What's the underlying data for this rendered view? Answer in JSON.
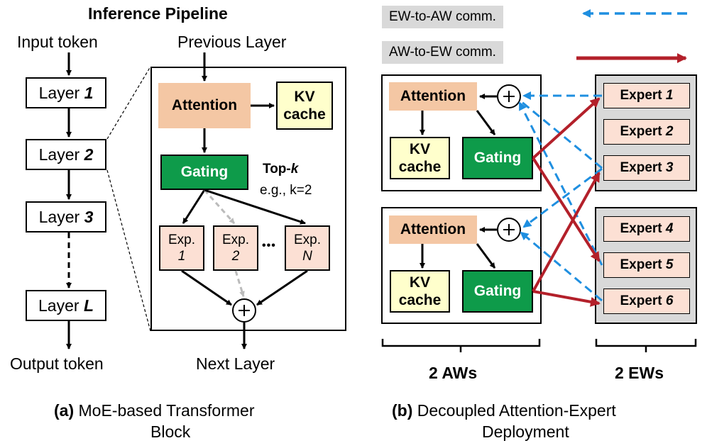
{
  "panel_a": {
    "title": "Inference Pipeline",
    "input_label": "Input token",
    "output_label": "Output token",
    "layers": [
      {
        "prefix": "Layer ",
        "num": "1"
      },
      {
        "prefix": "Layer ",
        "num": "2"
      },
      {
        "prefix": "Layer ",
        "num": "3"
      },
      {
        "prefix": "Layer ",
        "num": "L"
      }
    ],
    "previous_layer": "Previous Layer",
    "next_layer": "Next Layer",
    "attention": "Attention",
    "kv_line1": "KV",
    "kv_line2": "cache",
    "gating": "Gating",
    "topk_prefix": "Top-",
    "topk_k": "k",
    "topk_example": "e.g., k=2",
    "experts": [
      {
        "label": "Exp.",
        "num": "1"
      },
      {
        "label": "Exp.",
        "num": "2"
      },
      {
        "label": "Exp.",
        "num": "N"
      }
    ],
    "ellipsis": "•••",
    "caption_bold": "(a)",
    "caption_line1": " MoE-based Transformer",
    "caption_line2": "Block"
  },
  "panel_b": {
    "legend_ew_to_aw": "EW-to-AW comm.",
    "legend_aw_to_ew": "AW-to-EW comm.",
    "workers": [
      {
        "attention": "Attention",
        "kv_line1": "KV",
        "kv_line2": "cache",
        "gating": "Gating"
      },
      {
        "attention": "Attention",
        "kv_line1": "KV",
        "kv_line2": "cache",
        "gating": "Gating"
      }
    ],
    "experts": [
      {
        "label": "Expert ",
        "num": "1"
      },
      {
        "label": "Expert ",
        "num": "2"
      },
      {
        "label": "Expert ",
        "num": "3"
      },
      {
        "label": "Expert ",
        "num": "4"
      },
      {
        "label": "Expert ",
        "num": "5"
      },
      {
        "label": "Expert ",
        "num": "6"
      }
    ],
    "aw_group_label": "2 AWs",
    "ew_group_label": "2 EWs",
    "caption_bold": "(b)",
    "caption_line1": " Decoupled Attention-Expert",
    "caption_line2": "Deployment"
  },
  "colors": {
    "ew_to_aw": "#1f8fe0",
    "aw_to_ew": "#b3202a",
    "attention": "#f4c7a4",
    "kv_cache": "#ffffcc",
    "gating": "#0e9b4a",
    "expert": "#fce0d4",
    "worker_gray": "#d9d9d9"
  }
}
